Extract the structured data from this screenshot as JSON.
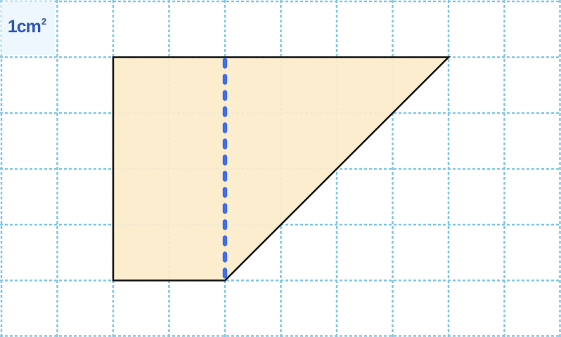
{
  "unit": {
    "number": "1",
    "unit_text": "cm",
    "exponent": "2"
  },
  "colors": {
    "grid_line": "#7cc7e9",
    "shape_fill": "#fdeccb",
    "shape_outline": "#111111",
    "divider": "#3d6fe8",
    "label": "#2f56b8",
    "label_background": "#eef7fd"
  },
  "grid": {
    "columns": 10,
    "rows": 6
  },
  "shape": {
    "type": "right trapezoid",
    "vertices_grid_units": [
      [
        2,
        1
      ],
      [
        8,
        1
      ],
      [
        4,
        5
      ],
      [
        2,
        5
      ]
    ],
    "divider_grid_units": [
      [
        4,
        1
      ],
      [
        4,
        5
      ]
    ]
  }
}
